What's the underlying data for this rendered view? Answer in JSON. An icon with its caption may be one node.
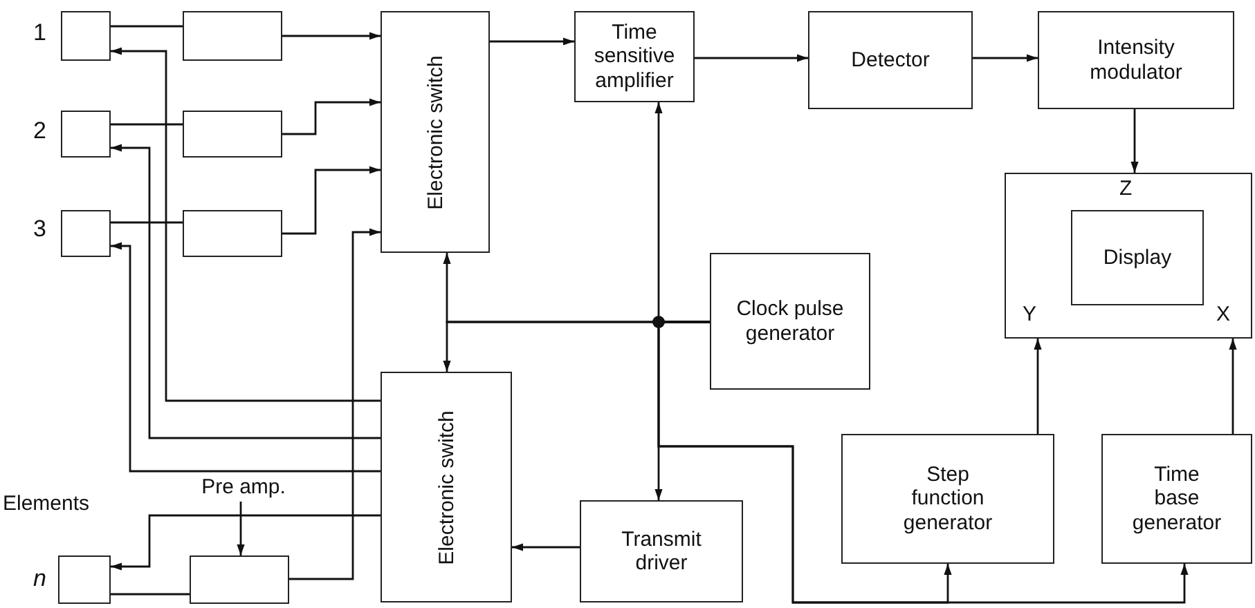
{
  "diagram": {
    "nodes": [
      {
        "text": [],
        "shape": "box",
        "beside": [
          "1"
        ]
      },
      {
        "text": [],
        "shape": "box"
      },
      {
        "text": [
          "Electronic switch"
        ]
      },
      {
        "text": [
          "Time sensitive amplifier"
        ]
      },
      {
        "text": [
          "Detector"
        ]
      },
      {
        "text": [
          "Intensity modulator"
        ]
      },
      {
        "text": [],
        "shape": "box",
        "beside": [
          "2"
        ]
      },
      {
        "text": [],
        "shape": "box"
      },
      {
        "text": [],
        "shape": "box",
        "beside": [
          "3"
        ]
      },
      {
        "text": [],
        "shape": "box"
      },
      {
        "text": [
          "Z",
          "Y",
          "X"
        ]
      },
      {
        "text": [
          "Display"
        ],
        "in": 10
      },
      {
        "text": [
          "Clock pulse generator"
        ]
      },
      {
        "text": [
          "Electronic switch"
        ]
      },
      {
        "text": [
          "Step function generator"
        ]
      },
      {
        "text": [
          "Time base generator"
        ]
      },
      {
        "text": [
          "Pre amp."
        ]
      },
      {
        "text": [
          "Transmit driver"
        ]
      },
      {
        "text": [],
        "shape": "box",
        "beside": [
          "n"
        ]
      },
      {
        "text": [],
        "shape": "box"
      }
    ],
    "edges": [
      {
        "from": 0,
        "to": 1,
        "arrow": "none"
      },
      {
        "from": 1,
        "to": 2,
        "arrow": "to"
      },
      {
        "from": 6,
        "to": 7,
        "arrow": "none"
      },
      {
        "from": 7,
        "to": 2,
        "arrow": "to"
      },
      {
        "from": 8,
        "to": 9,
        "arrow": "none"
      },
      {
        "from": 9,
        "to": 2,
        "arrow": "to"
      },
      {
        "from": 19,
        "to": 2,
        "arrow": "to"
      },
      {
        "from": 18,
        "to": 19,
        "arrow": "none"
      },
      {
        "from": 13,
        "to": 0,
        "arrow": "to"
      },
      {
        "from": 13,
        "to": 6,
        "arrow": "to"
      },
      {
        "from": 13,
        "to": 8,
        "arrow": "to"
      },
      {
        "from": 13,
        "to": 18,
        "arrow": "to"
      },
      {
        "from": 16,
        "to": 19,
        "arrow": "to"
      },
      {
        "from": 2,
        "to": 3,
        "arrow": "to"
      },
      {
        "from": 3,
        "to": 4,
        "arrow": "to"
      },
      {
        "from": 4,
        "to": 5,
        "arrow": "to"
      },
      {
        "from": 5,
        "to": 10,
        "arrow": "to"
      },
      {
        "from": 14,
        "to": 10,
        "arrow": "to"
      },
      {
        "from": 15,
        "to": 10,
        "arrow": "to"
      },
      {
        "from": 12,
        "to": 3,
        "arrow": "to"
      },
      {
        "from": 12,
        "to": 17,
        "arrow": "to"
      },
      {
        "from": 12,
        "to": 2,
        "arrow": "to"
      },
      {
        "from": 12,
        "to": 13,
        "arrow": "to"
      },
      {
        "from": 12,
        "to": 14,
        "arrow": "to"
      },
      {
        "from": 12,
        "to": 15,
        "arrow": "to"
      },
      {
        "from": 17,
        "to": 13,
        "arrow": "to"
      }
    ],
    "labels": [
      "Elements"
    ]
  }
}
